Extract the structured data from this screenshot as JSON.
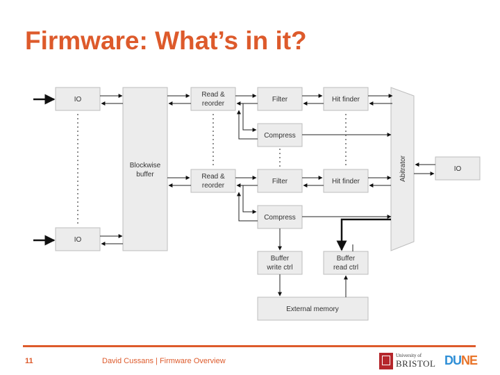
{
  "slide": {
    "title": "Firmware: What’s in it?",
    "page_number": "11",
    "footer": "David Cussans | Firmware Overview"
  },
  "diagram": {
    "io_top": "IO",
    "io_bottom": "IO",
    "io_right": "IO",
    "blockwise_buffer": [
      "Blockwise",
      "buffer"
    ],
    "read_reorder_top": [
      "Read &",
      "reorder"
    ],
    "read_reorder_bottom": [
      "Read &",
      "reorder"
    ],
    "filter_top": "Filter",
    "filter_bottom": "Filter",
    "hit_finder_top": "Hit finder",
    "hit_finder_bottom": "Hit finder",
    "compress_top": "Compress",
    "compress_bottom": "Compress",
    "arbitrator": "Abitrator",
    "buffer_write": [
      "Buffer",
      "write ctrl"
    ],
    "buffer_read": [
      "Buffer",
      "read ctrl"
    ],
    "external_memory": "External memory"
  },
  "logos": {
    "bristol_small": "University of",
    "bristol_big": "BRISTOL",
    "dune_a": "DU",
    "dune_b": "NE"
  }
}
